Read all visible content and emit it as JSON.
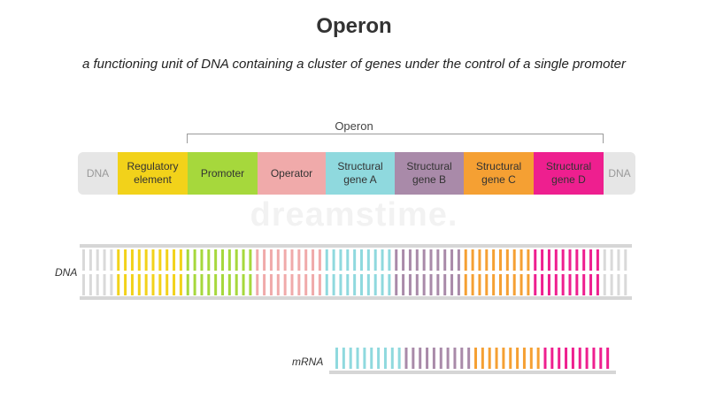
{
  "title": "Operon",
  "subtitle": "a functioning unit of DNA containing a cluster of genes under the control of a single promoter",
  "operon_label": "Operon",
  "watermark": "dreamstime.",
  "segments": [
    {
      "key": "dna-left",
      "lines": [
        "DNA"
      ],
      "color": "#e6e6e6",
      "dna_end": true
    },
    {
      "key": "regulatory",
      "lines": [
        "Regulatory",
        "element"
      ],
      "color": "#f2d21a"
    },
    {
      "key": "promoter",
      "lines": [
        "Promoter"
      ],
      "color": "#a6d83c"
    },
    {
      "key": "operator",
      "lines": [
        "Operator"
      ],
      "color": "#f0aaaa"
    },
    {
      "key": "gene-a",
      "lines": [
        "Structural",
        "gene A"
      ],
      "color": "#8fd9de"
    },
    {
      "key": "gene-b",
      "lines": [
        "Structural",
        "gene B"
      ],
      "color": "#a98aa9"
    },
    {
      "key": "gene-c",
      "lines": [
        "Structural",
        "gene C"
      ],
      "color": "#f5a033"
    },
    {
      "key": "gene-d",
      "lines": [
        "Structural",
        "gene D"
      ],
      "color": "#ee1f8f"
    },
    {
      "key": "dna-right",
      "lines": [
        "DNA"
      ],
      "color": "#e6e6e6",
      "dna_end": true
    }
  ],
  "dna_row": {
    "label": "DNA",
    "groups": [
      {
        "name": "flank",
        "color": "#d9d9d9",
        "count": 5
      },
      {
        "name": "regulatory",
        "color": "#f2d21a",
        "count": 10
      },
      {
        "name": "promoter",
        "color": "#a6d83c",
        "count": 10
      },
      {
        "name": "operator",
        "color": "#f0aaaa",
        "count": 10
      },
      {
        "name": "gene-a",
        "color": "#8fd9de",
        "count": 10
      },
      {
        "name": "gene-b",
        "color": "#a98aa9",
        "count": 10
      },
      {
        "name": "gene-c",
        "color": "#f5a033",
        "count": 10
      },
      {
        "name": "gene-d",
        "color": "#ee1f8f",
        "count": 10
      },
      {
        "name": "flank",
        "color": "#d9d9d9",
        "count": 4
      }
    ]
  },
  "mrna_row": {
    "label": "mRNA",
    "groups": [
      {
        "name": "gene-a",
        "color": "#8fd9de",
        "count": 10
      },
      {
        "name": "gene-b",
        "color": "#a98aa9",
        "count": 10
      },
      {
        "name": "gene-c",
        "color": "#f5a033",
        "count": 10
      },
      {
        "name": "gene-d",
        "color": "#ee1f8f",
        "count": 10
      }
    ]
  },
  "backbone_color": "#d6d6d6"
}
